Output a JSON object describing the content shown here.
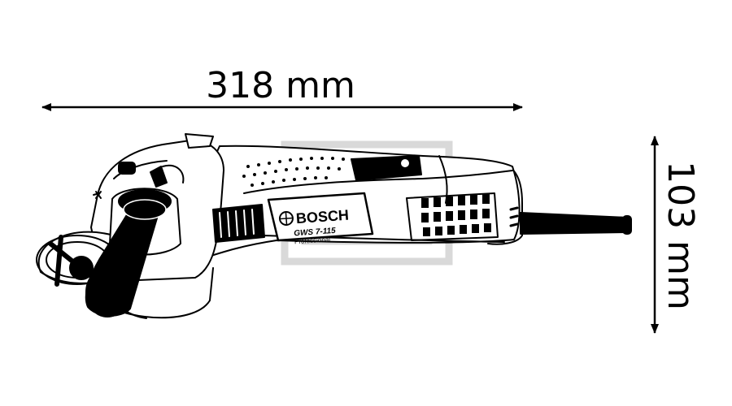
{
  "dimensions": {
    "length": "318 mm",
    "height": "103 mm"
  },
  "product": {
    "brand": "BOSCH",
    "model": "GWS 7-115",
    "line": "Professional"
  },
  "colors": {
    "line": "#000000",
    "background": "#ffffff",
    "watermark": "#d9d9d9"
  }
}
